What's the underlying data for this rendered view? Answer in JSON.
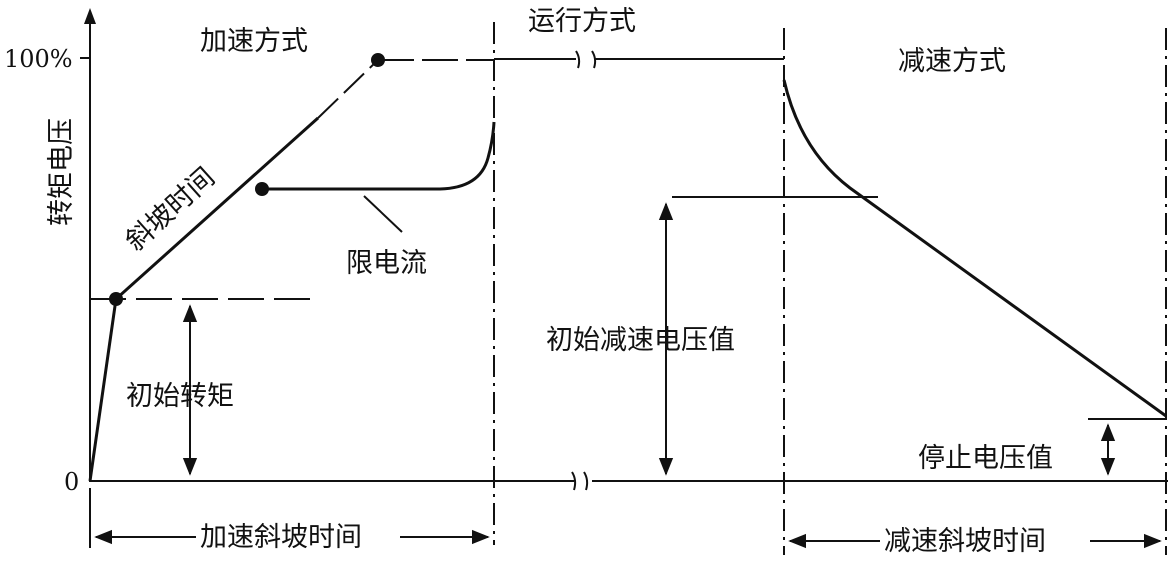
{
  "y_axis": {
    "label": "转矩电压",
    "tick_max": "100%",
    "tick_zero": "0"
  },
  "phases": {
    "accel_mode": "加速方式",
    "run_mode": "运行方式",
    "decel_mode": "减速方式"
  },
  "labels": {
    "ramp_time": "斜坡时间",
    "current_limit": "限电流",
    "initial_torque": "初始转矩",
    "initial_decel_voltage": "初始减速电压值",
    "stop_voltage": "停止电压值"
  },
  "spans": {
    "accel_ramp_time": "加速斜坡时间",
    "decel_ramp_time": "减速斜坡时间"
  },
  "colors": {
    "ink": "#111111",
    "background": "#ffffff"
  }
}
